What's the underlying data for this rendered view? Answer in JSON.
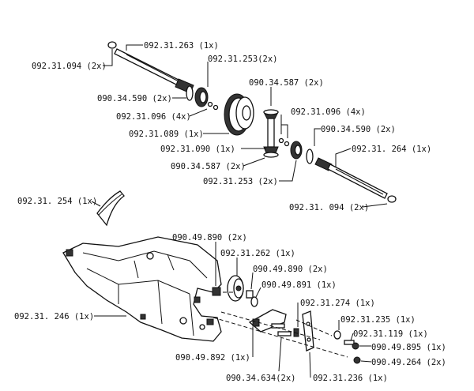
{
  "labels": {
    "l1": "092.31.263 (1x)",
    "l2": "092.31.094 (2x)",
    "l3": "092.31.253(2x)",
    "l4": "090.34.587 (2x)",
    "l5": "090.34.590  (2x)",
    "l6": "092.31.096 (4x)",
    "l7": "092.31.096 (4x)",
    "l8": "092.31.089 (1x)",
    "l9": "090.34.590 (2x)",
    "l10": "092.31.090 (1x)",
    "l11": "092.31. 264 (1x)",
    "l12": "090.34.587 (2x)",
    "l13": "092.31.253 (2x)",
    "l14": "092.31. 094 (2x)",
    "l15": "092.31. 254 (1x)",
    "l16": "090.49.890 (2x)",
    "l17": "092.31.262 (1x)",
    "l18": "090.49.890 (2x)",
    "l19": "090.49.891 (1x)",
    "l20": "092.31. 246 (1x)",
    "l21": "092.31.274 (1x)",
    "l22": "092.31.235 (1x)",
    "l23": "092.31.119 (1x)",
    "l24": "090.49.895 (1x)",
    "l25": "090.49.892 (1x)",
    "l26": "090.49.264 (2x)",
    "l27": "090.34.634(2x)",
    "l28": "092.31.236 (1x)"
  }
}
